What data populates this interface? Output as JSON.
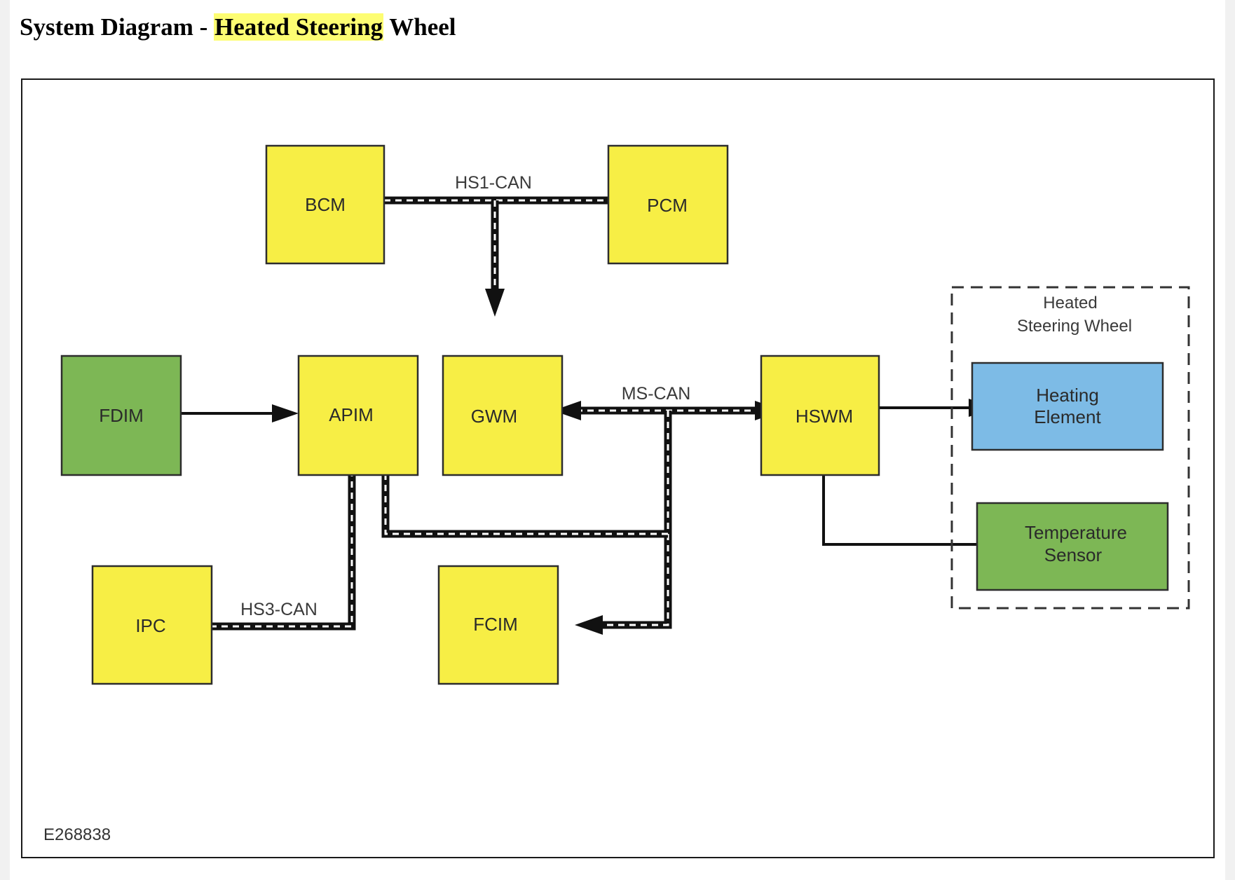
{
  "page": {
    "title_prefix": "System Diagram - ",
    "title_highlight": "Heated Steering",
    "title_suffix": " Wheel"
  },
  "diagram": {
    "modules": {
      "bcm": "BCM",
      "pcm": "PCM",
      "fdim": "FDIM",
      "apim": "APIM",
      "gwm": "GWM",
      "hswm": "HSWM",
      "ipc": "IPC",
      "fcim": "FCIM"
    },
    "buses": {
      "hs1": "HS1-CAN",
      "ms": "MS-CAN",
      "hs3": "HS3-CAN"
    },
    "group": {
      "line1": "Heated",
      "line2": "Steering Wheel",
      "heating_element_line1": "Heating",
      "heating_element_line2": "Element",
      "temp_sensor_line1": "Temperature",
      "temp_sensor_line2": "Sensor"
    },
    "reference": "E268838",
    "colors": {
      "module_yellow": "#f7ee45",
      "module_green": "#7db755",
      "module_blue": "#7dbbe6",
      "title_highlight": "#fdfd72"
    }
  }
}
